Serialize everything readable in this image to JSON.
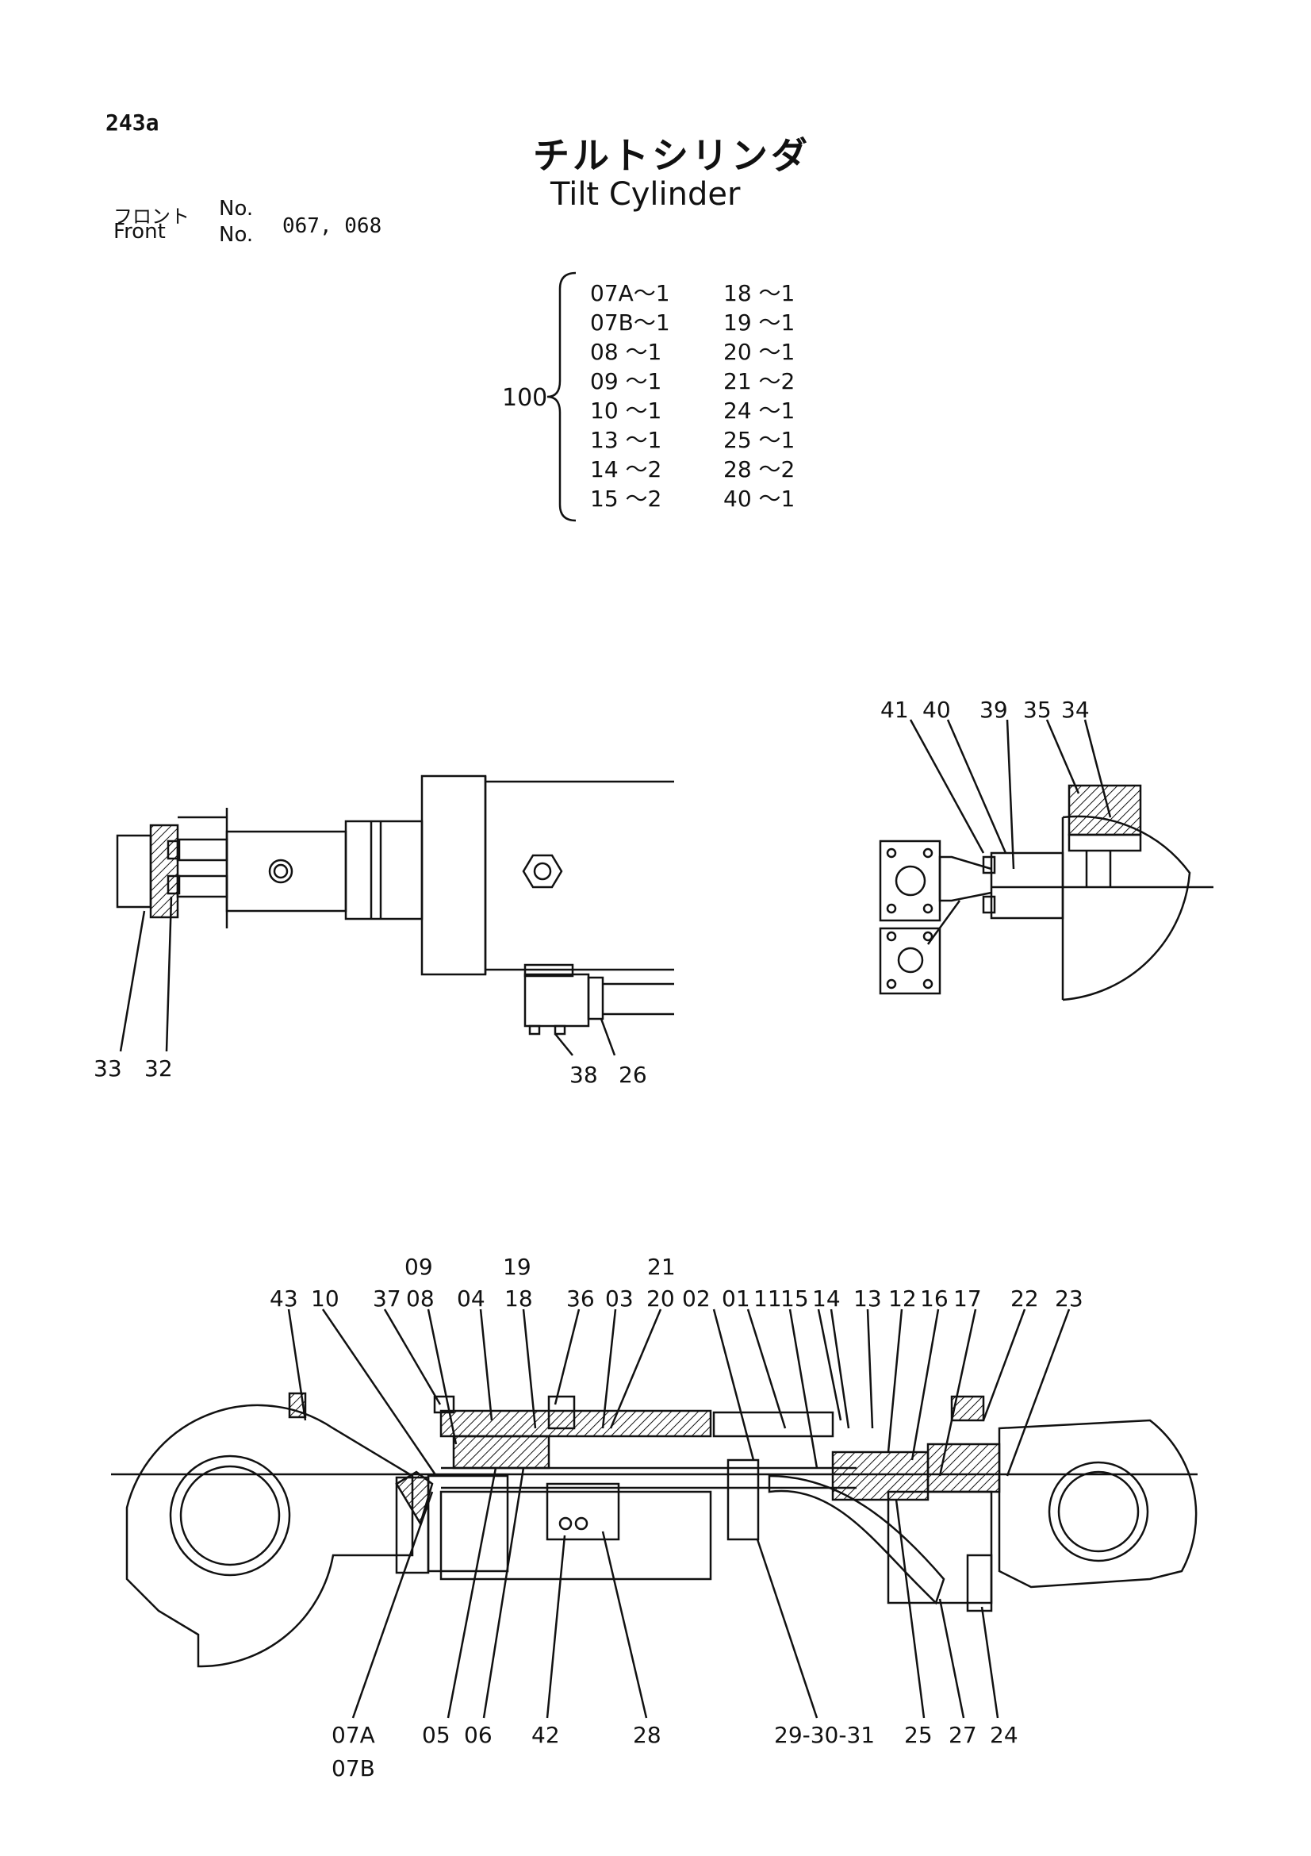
{
  "page_number": "243a",
  "title_jp": "チルトシリンダ",
  "title_en": "Tilt Cylinder",
  "front": {
    "label_jp": "フロント",
    "label_en": "Front",
    "no_label": "No.",
    "numbers": "067, 068"
  },
  "kit": {
    "label": "100",
    "left_column": [
      "07A～1",
      "07B～1",
      "08 ～1",
      "09 ～1",
      "10 ～1",
      "13 ～1",
      "14 ～2",
      "15 ～2"
    ],
    "right_column": [
      "18 ～1",
      "19 ～1",
      "20 ～1",
      "21 ～2",
      "24 ～1",
      "25 ～1",
      "28 ～2",
      "40 ～1"
    ]
  },
  "callouts": {
    "c33": "33",
    "c32": "32",
    "c38": "38",
    "c26": "26",
    "c41": "41",
    "c40": "40",
    "c39": "39",
    "c35": "35",
    "c34": "34",
    "c09": "09",
    "c08": "08",
    "c19": "19",
    "c18": "18",
    "c21": "21",
    "c20": "20",
    "c43": "43",
    "c10": "10",
    "c37": "37",
    "c04": "04",
    "c36": "36",
    "c03": "03",
    "c02": "02",
    "c01": "01",
    "c11": "11",
    "c15": "15",
    "c14": "14",
    "c13": "13",
    "c12": "12",
    "c16": "16",
    "c17": "17",
    "c22": "22",
    "c23": "23",
    "c07A": "07A",
    "c07B": "07B",
    "c05": "05",
    "c06": "06",
    "c42": "42",
    "c28": "28",
    "c293031": "29-30-31",
    "c25": "25",
    "c27": "27",
    "c24": "24"
  }
}
